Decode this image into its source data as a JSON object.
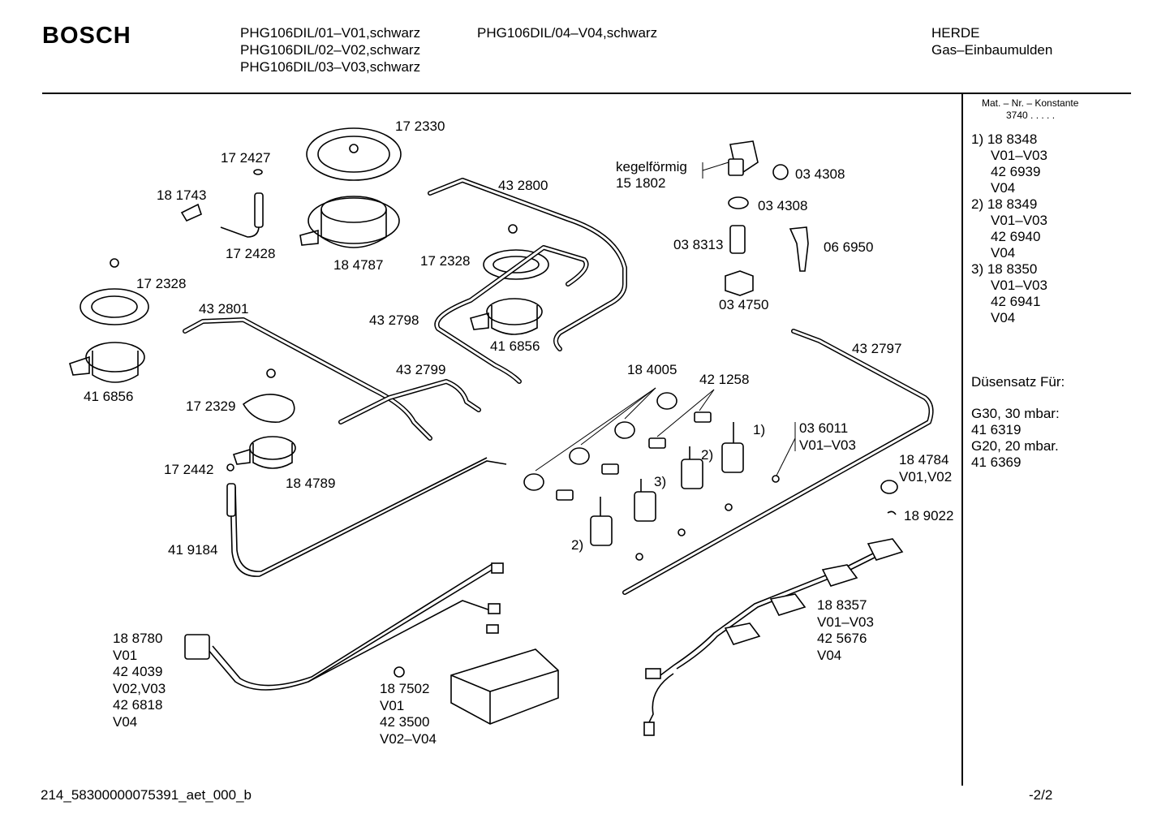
{
  "header": {
    "brand": "BOSCH",
    "models_col1": [
      "PHG106DIL/01–V01,schwarz",
      "PHG106DIL/02–V02,schwarz",
      "PHG106DIL/03–V03,schwarz"
    ],
    "models_col2": [
      "PHG106DIL/04–V04,schwarz"
    ],
    "category": "HERDE",
    "subcategory": "Gas–Einbaumulden"
  },
  "sidebar": {
    "mat_title": "Mat. – Nr. – Konstante",
    "mat_value": "3740 .  .  .  .  .",
    "variants": [
      "1) 18 8348",
      "V01–V03",
      "42 6939",
      "V04",
      "2) 18 8349",
      "V01–V03",
      "42 6940",
      "V04",
      "3) 18 8350",
      "V01–V03",
      "42 6941",
      "V04"
    ],
    "nozzle_title": "Düsensatz Für:",
    "nozzle_lines": [
      "G30, 30 mbar:",
      "41 6319",
      "G20, 20 mbar.",
      "41 6369"
    ]
  },
  "labels": {
    "p172330": "17 2330",
    "p172427": "17 2427",
    "p181743": "18 1743",
    "p172428": "17 2428",
    "p184787": "18 4787",
    "p432800": "43 2800",
    "kegel": "kegelförmig",
    "p151802": "15 1802",
    "p034308a": "03 4308",
    "p034308b": "03 4308",
    "p038313": "03 8313",
    "p066950": "06 6950",
    "p034750": "03 4750",
    "p172328a": "17 2328",
    "p172328b": "17 2328",
    "p432801": "43 2801",
    "p432798": "43 2798",
    "p416856a": "41 6856",
    "p416856b": "41 6856",
    "p432799": "43 2799",
    "p172329": "17 2329",
    "p172442": "17 2442",
    "p184789": "18 4789",
    "p419184": "41 9184",
    "p184005": "18 4005",
    "p421258": "42 1258",
    "p432797": "43 2797",
    "p036011": [
      "03 6011",
      "V01–V03"
    ],
    "p184784": [
      "18 4784",
      "V01,V02"
    ],
    "p189022": "18 9022",
    "p188357": [
      "18 8357",
      "V01–V03",
      "42 5676",
      "V04"
    ],
    "p188780": [
      "18 8780",
      "V01",
      "42 4039",
      "V02,V03",
      "42 6818",
      "V04"
    ],
    "p187502": [
      "18 7502",
      "V01",
      "42 3500",
      "V02–V04"
    ],
    "m1a": "1)",
    "m2a": "2)",
    "m3": "3)",
    "m2b": "2)"
  },
  "footer": {
    "doc_id": "214_58300000075391_aet_000_b",
    "page": "-2/2"
  }
}
